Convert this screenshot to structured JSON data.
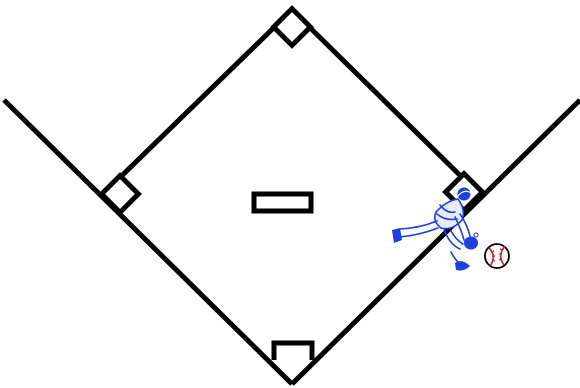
{
  "diagram": {
    "type": "baseball-infield",
    "colors": {
      "background": "#ffffff",
      "lines": "#000000",
      "player": "#1f3fe0",
      "ball_seam": "#d42020"
    },
    "elements": {
      "foul_lines": "foul-lines",
      "base_paths": "base-paths",
      "home_plate": "home-plate-icon",
      "first_base": "first-base-icon",
      "second_base": "second-base-icon",
      "third_base": "third-base-icon",
      "pitchers_rubber": "pitchers-rubber",
      "fielder": "fielder-diving-icon",
      "baseball": "baseball-icon"
    }
  }
}
